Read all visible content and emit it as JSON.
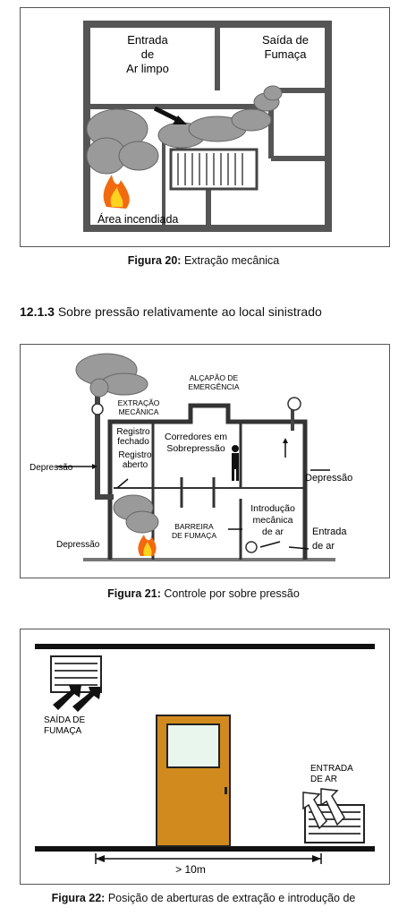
{
  "fig20": {
    "entrada_line1": "Entrada",
    "entrada_line2": "de",
    "entrada_line3": "Ar limpo",
    "saida_line1": "Saída de",
    "saida_line2": "Fumaça",
    "area": "Área incendiada",
    "caption_label": "Figura 20:",
    "caption_text": " Extração mecânica"
  },
  "section": {
    "number": "12.1.3",
    "title": " Sobre pressão relativamente ao local sinistrado"
  },
  "fig21": {
    "alcapao_line1": "ALÇAPÃO DE",
    "alcapao_line2": "EMERGÊNCIA",
    "extracao_line1": "EXTRAÇÃO",
    "extracao_line2": "MECÂNICA",
    "registro_fechado_line1": "Registro",
    "registro_fechado_line2": "fechado",
    "registro_aberto_line1": "Registro",
    "registro_aberto_line2": "aberto",
    "corredores_line1": "Corredores em",
    "corredores_line2": "Sobrepressão",
    "depressao_left": "Depressão",
    "depressao_right": "Depressão",
    "depressao_bottom": "Depressão",
    "barreira_line1": "BARREIRA",
    "barreira_line2": "DE FUMAÇA",
    "introducao_line1": "Introdução",
    "introducao_line2": "mecânica",
    "introducao_line3": "de ar",
    "entrada_line1": "Entrada",
    "entrada_line2": "de ar",
    "caption_label": "Figura 21:",
    "caption_text": " Controle por sobre pressão"
  },
  "fig22": {
    "saida_line1": "SAÍDA DE",
    "saida_line2": "FUMAÇA",
    "entrada_line1": "ENTRADA",
    "entrada_line2": "DE AR",
    "distance": "> 10m",
    "caption_label": "Figura 22:",
    "caption_text": " Posição de aberturas de extração e introdução de"
  },
  "colors": {
    "door": "#d08a1e",
    "smoke": "#9a9a9a",
    "fire": "#f26a10",
    "wall": "#555555"
  }
}
